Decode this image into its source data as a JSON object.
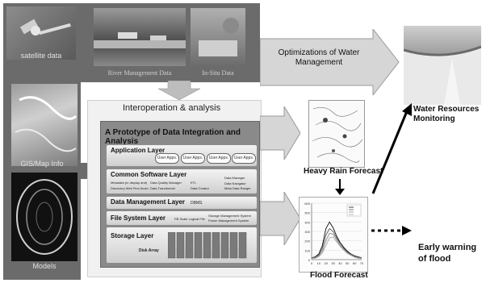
{
  "inputs": {
    "satellite": "satellite data",
    "river": "River Management Data",
    "insitu": "In-Situ Data",
    "gis": "GIS/Map Info",
    "models": "Models"
  },
  "interop": {
    "title": "Interoperation & analysis",
    "prototype_title": "A Prototype of Data Integration and Analysis",
    "application_layer": "Application Layer",
    "app_pill": "User Apps.",
    "common_layer": "Common Software Layer",
    "common_items": [
      "Metadata (m display and)",
      "Data Quality Manager",
      "ETL",
      "Data Manager",
      "Discovery Web Fine Avoid",
      "Data Transformer",
      "Data Creator",
      "Data Navigator",
      "Meta Data Ranger"
    ],
    "data_mgmt_layer": "Data Management Layer",
    "dbms": "DBMS",
    "file_layer": "File System Layer",
    "file_items": [
      "PB Scale Logical File",
      "Storage Management System",
      "Power Management System"
    ],
    "storage_layer": "Storage Layer",
    "disk_array": "Disk Array"
  },
  "outputs": {
    "optimization": "Optimizations of Water Management",
    "water_resources": "Water Resources Monitoring",
    "heavy_rain": "Heavy Rain Forecast",
    "flood_forecast": "Flood Forecast",
    "early_warning": "Early warning of flood"
  },
  "chart_data": {
    "type": "line",
    "title": "",
    "xlabel": "",
    "ylabel": "",
    "y_ticks": [
      "600",
      "500",
      "400",
      "300",
      "200",
      "100",
      "0"
    ],
    "x_ticks": [
      "0",
      "10",
      "20",
      "30",
      "40",
      "50",
      "60",
      "70"
    ],
    "ylim": [
      0,
      600
    ],
    "xlim": [
      0,
      70
    ],
    "x": [
      0,
      5,
      10,
      15,
      20,
      25,
      30,
      35,
      40,
      45,
      50,
      55,
      60,
      65,
      70
    ],
    "series": [
      {
        "values": [
          20,
          30,
          60,
          150,
          330,
          400,
          340,
          250,
          180,
          130,
          90,
          60,
          40,
          30,
          20
        ]
      },
      {
        "values": [
          20,
          25,
          50,
          120,
          260,
          330,
          300,
          230,
          170,
          120,
          80,
          55,
          35,
          25,
          20
        ]
      },
      {
        "values": [
          15,
          20,
          40,
          90,
          200,
          280,
          270,
          210,
          150,
          110,
          70,
          50,
          30,
          20,
          15
        ]
      },
      {
        "values": [
          10,
          15,
          30,
          70,
          150,
          230,
          240,
          190,
          140,
          100,
          65,
          45,
          25,
          15,
          10
        ]
      }
    ],
    "colors": [
      "#111111",
      "#555555",
      "#888888",
      "#aaaaaa"
    ],
    "grid": true,
    "legend": "top-right"
  }
}
